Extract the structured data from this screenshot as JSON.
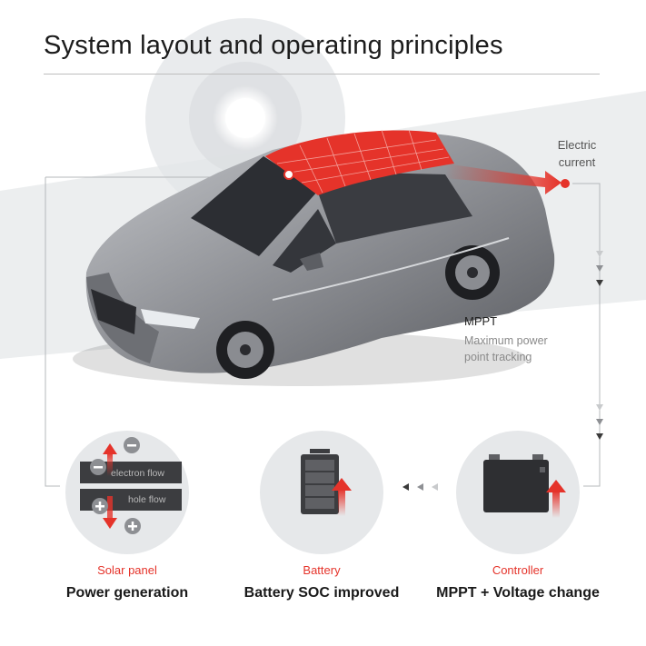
{
  "header": {
    "title": "System layout and operating principles"
  },
  "flow": {
    "current_label": "Electric current",
    "mppt_title": "MPPT",
    "mppt_desc": "Maximum power point tracking"
  },
  "nodes": [
    {
      "label": "Solar panel",
      "title": "Power generation"
    },
    {
      "label": "Battery",
      "title": "Battery SOC improved"
    },
    {
      "label": "Controller",
      "title": "MPPT + Voltage change"
    }
  ],
  "solar_panel": {
    "electron_flow": "electron flow",
    "hole_flow": "hole flow"
  },
  "colors": {
    "accent": "#e5332a",
    "circle_bg": "#e6e8ea",
    "car_body": "#9a9ca1"
  }
}
